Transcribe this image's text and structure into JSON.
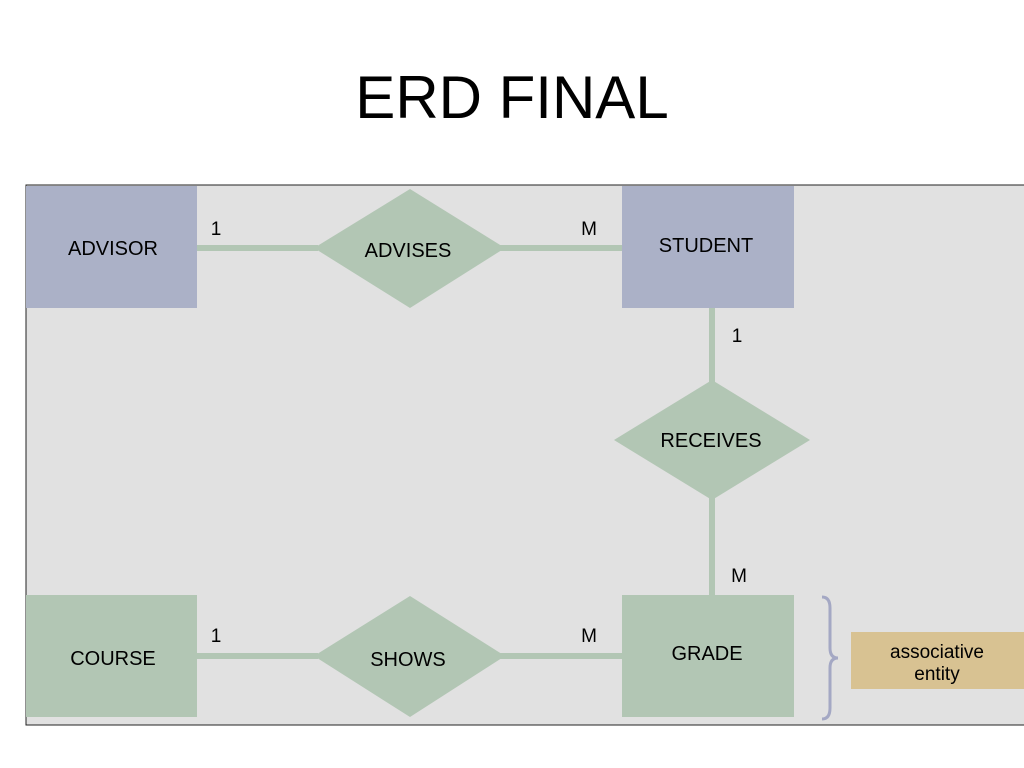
{
  "title": "ERD FINAL",
  "colors": {
    "panel_background": "#e1e1e1",
    "panel_border": "#222222",
    "strong_entity": "#abb1c7",
    "weak_entity": "#b2c6b4",
    "relationship": "#b2c6b4",
    "connector": "#b2c6b4",
    "bracket": "#a4a8c4",
    "associative_note": "#d8c292"
  },
  "entities": {
    "advisor": "ADVISOR",
    "student": "STUDENT",
    "course": "COURSE",
    "grade": "GRADE"
  },
  "relationships": {
    "advises": "ADVISES",
    "receives": "RECEIVES",
    "shows": "SHOWS"
  },
  "cardinalities": {
    "advisor_advises": "1",
    "advises_student": "M",
    "student_receives": "1",
    "receives_grade": "M",
    "course_shows": "1",
    "shows_grade": "M"
  },
  "note": {
    "line1": "associative",
    "line2": "entity"
  }
}
